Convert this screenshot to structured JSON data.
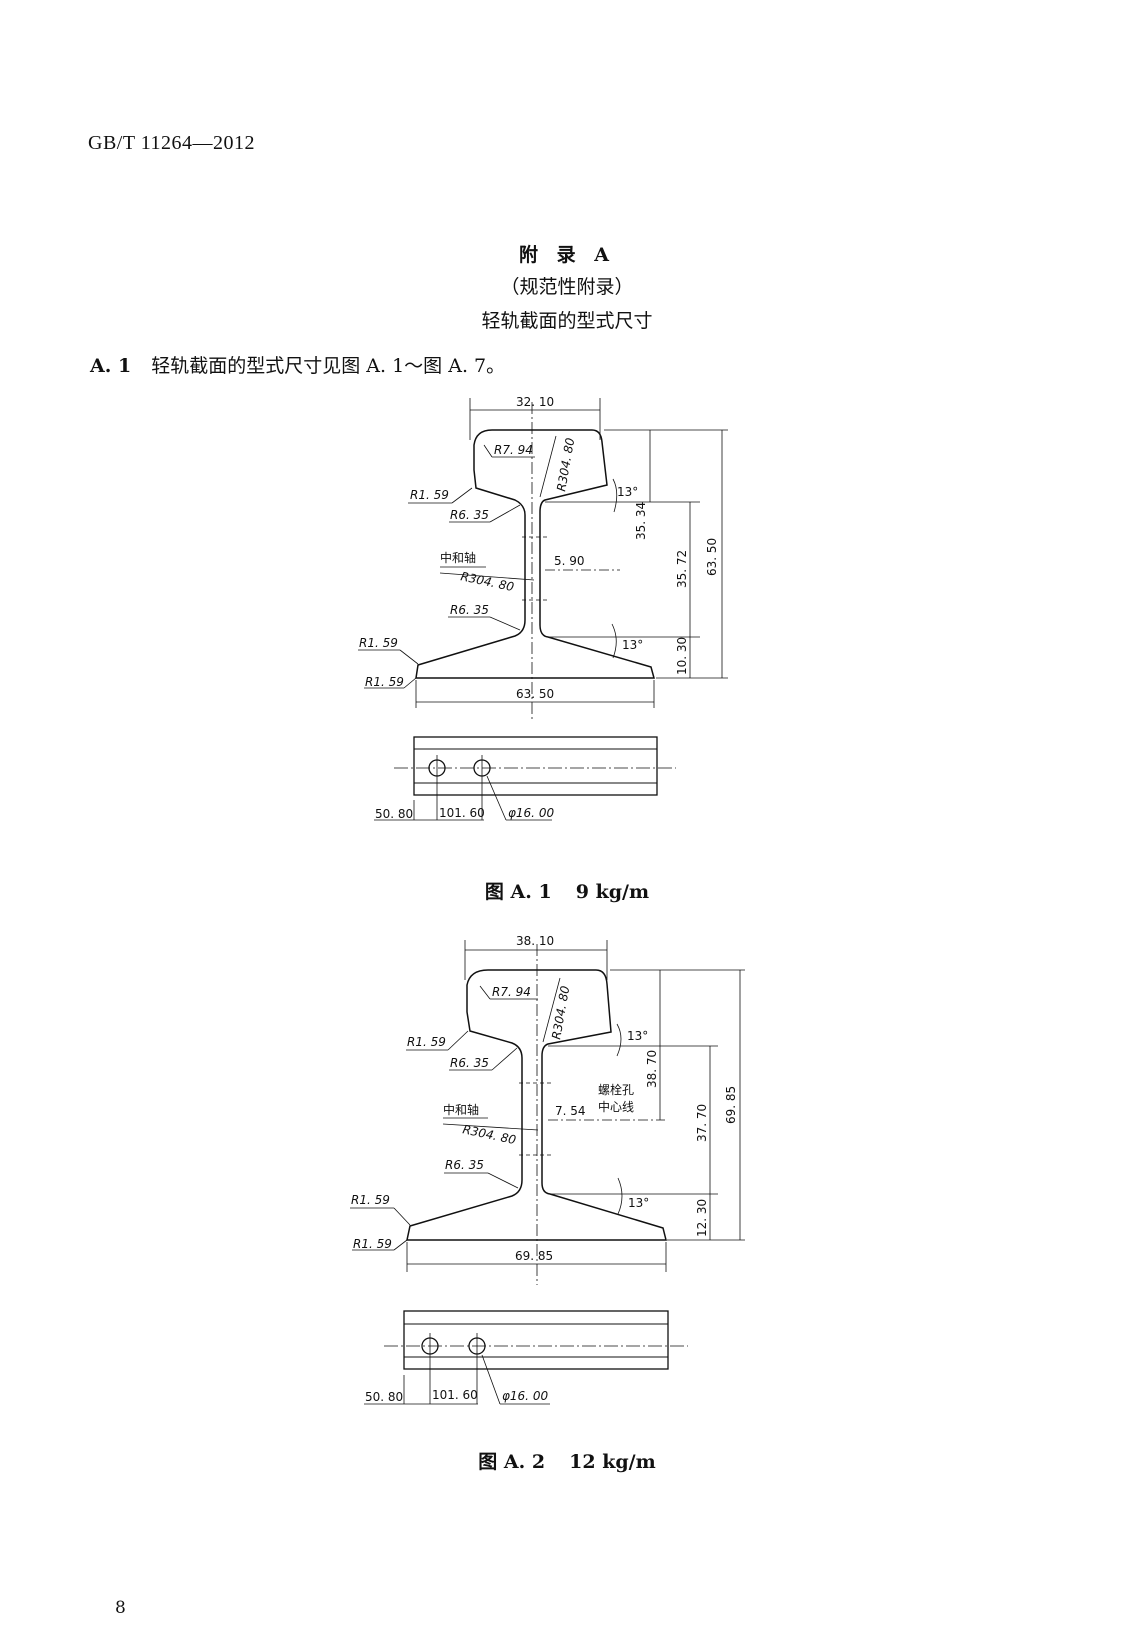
{
  "header": {
    "standard_code": "GB/T 11264—2012"
  },
  "appendix": {
    "title": "附 录 A",
    "subtitle": "（规范性附录）",
    "name": "轻轨截面的型式尺寸"
  },
  "clause": {
    "number": "A. 1",
    "text": "轻轨截面的型式尺寸见图 A. 1～图 A. 7。"
  },
  "figures": [
    {
      "caption_label": "图 A. 1",
      "caption_value": "9 kg/m",
      "dims": {
        "head_width": "32. 10",
        "head_radius": "R7. 94",
        "head_top_radius": "R304. 80",
        "angle_top": "13°",
        "angle_bottom": "13°",
        "fillet_left": "R1. 59",
        "web_fillet_top": "R6. 35",
        "neutral_axis": "中和轴",
        "web_radius": "R304. 80",
        "web_thickness": "5. 90",
        "web_fillet_bottom": "R6. 35",
        "base_fillet_upper": "R1. 59",
        "base_fillet_lower": "R1. 59",
        "base_width": "63. 50",
        "height_upper": "35. 34",
        "height_mid": "35. 72",
        "height_base": "10. 30",
        "height_total": "63. 50",
        "hole_offset": "50. 80",
        "hole_spacing": "101. 60",
        "hole_diameter": "φ16. 00"
      }
    },
    {
      "caption_label": "图 A. 2",
      "caption_value": "12 kg/m",
      "dims": {
        "head_width": "38. 10",
        "head_radius": "R7. 94",
        "head_top_radius": "R304. 80",
        "angle_top": "13°",
        "angle_bottom": "13°",
        "fillet_left": "R1. 59",
        "web_fillet_top": "R6. 35",
        "bolt_line_1": "螺栓孔",
        "bolt_line_2": "中心线",
        "neutral_axis": "中和轴",
        "web_radius": "R304. 80",
        "web_thickness": "7. 54",
        "web_fillet_bottom": "R6. 35",
        "base_fillet_upper": "R1. 59",
        "base_fillet_lower": "R1. 59",
        "base_width": "69. 85",
        "height_upper": "38. 70",
        "height_mid": "37. 70",
        "height_base": "12. 30",
        "height_total": "69. 85",
        "hole_offset": "50. 80",
        "hole_spacing": "101. 60",
        "hole_diameter": "φ16. 00"
      }
    }
  ],
  "footer": {
    "page_number": "8"
  }
}
